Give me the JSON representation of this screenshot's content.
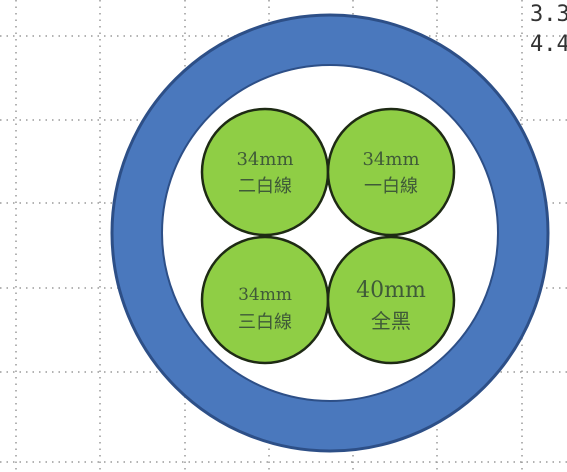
{
  "corner_text": {
    "line1": "3.3",
    "line2": "4.4"
  },
  "colors": {
    "jacket": "#4a78bd",
    "jacket_stroke": "#2d4f87",
    "inner_fill": "#ffffff",
    "wire_fill": "#8fce45",
    "wire_stroke": "#1e2a14",
    "wire_text": "#3f5a38",
    "grid_dots": "#9a9a9a"
  },
  "wires": [
    {
      "size": "34mm",
      "label": "二白線"
    },
    {
      "size": "34mm",
      "label": "一白線"
    },
    {
      "size": "34mm",
      "label": "三白線"
    },
    {
      "size": "40mm",
      "label": "全黑"
    }
  ]
}
